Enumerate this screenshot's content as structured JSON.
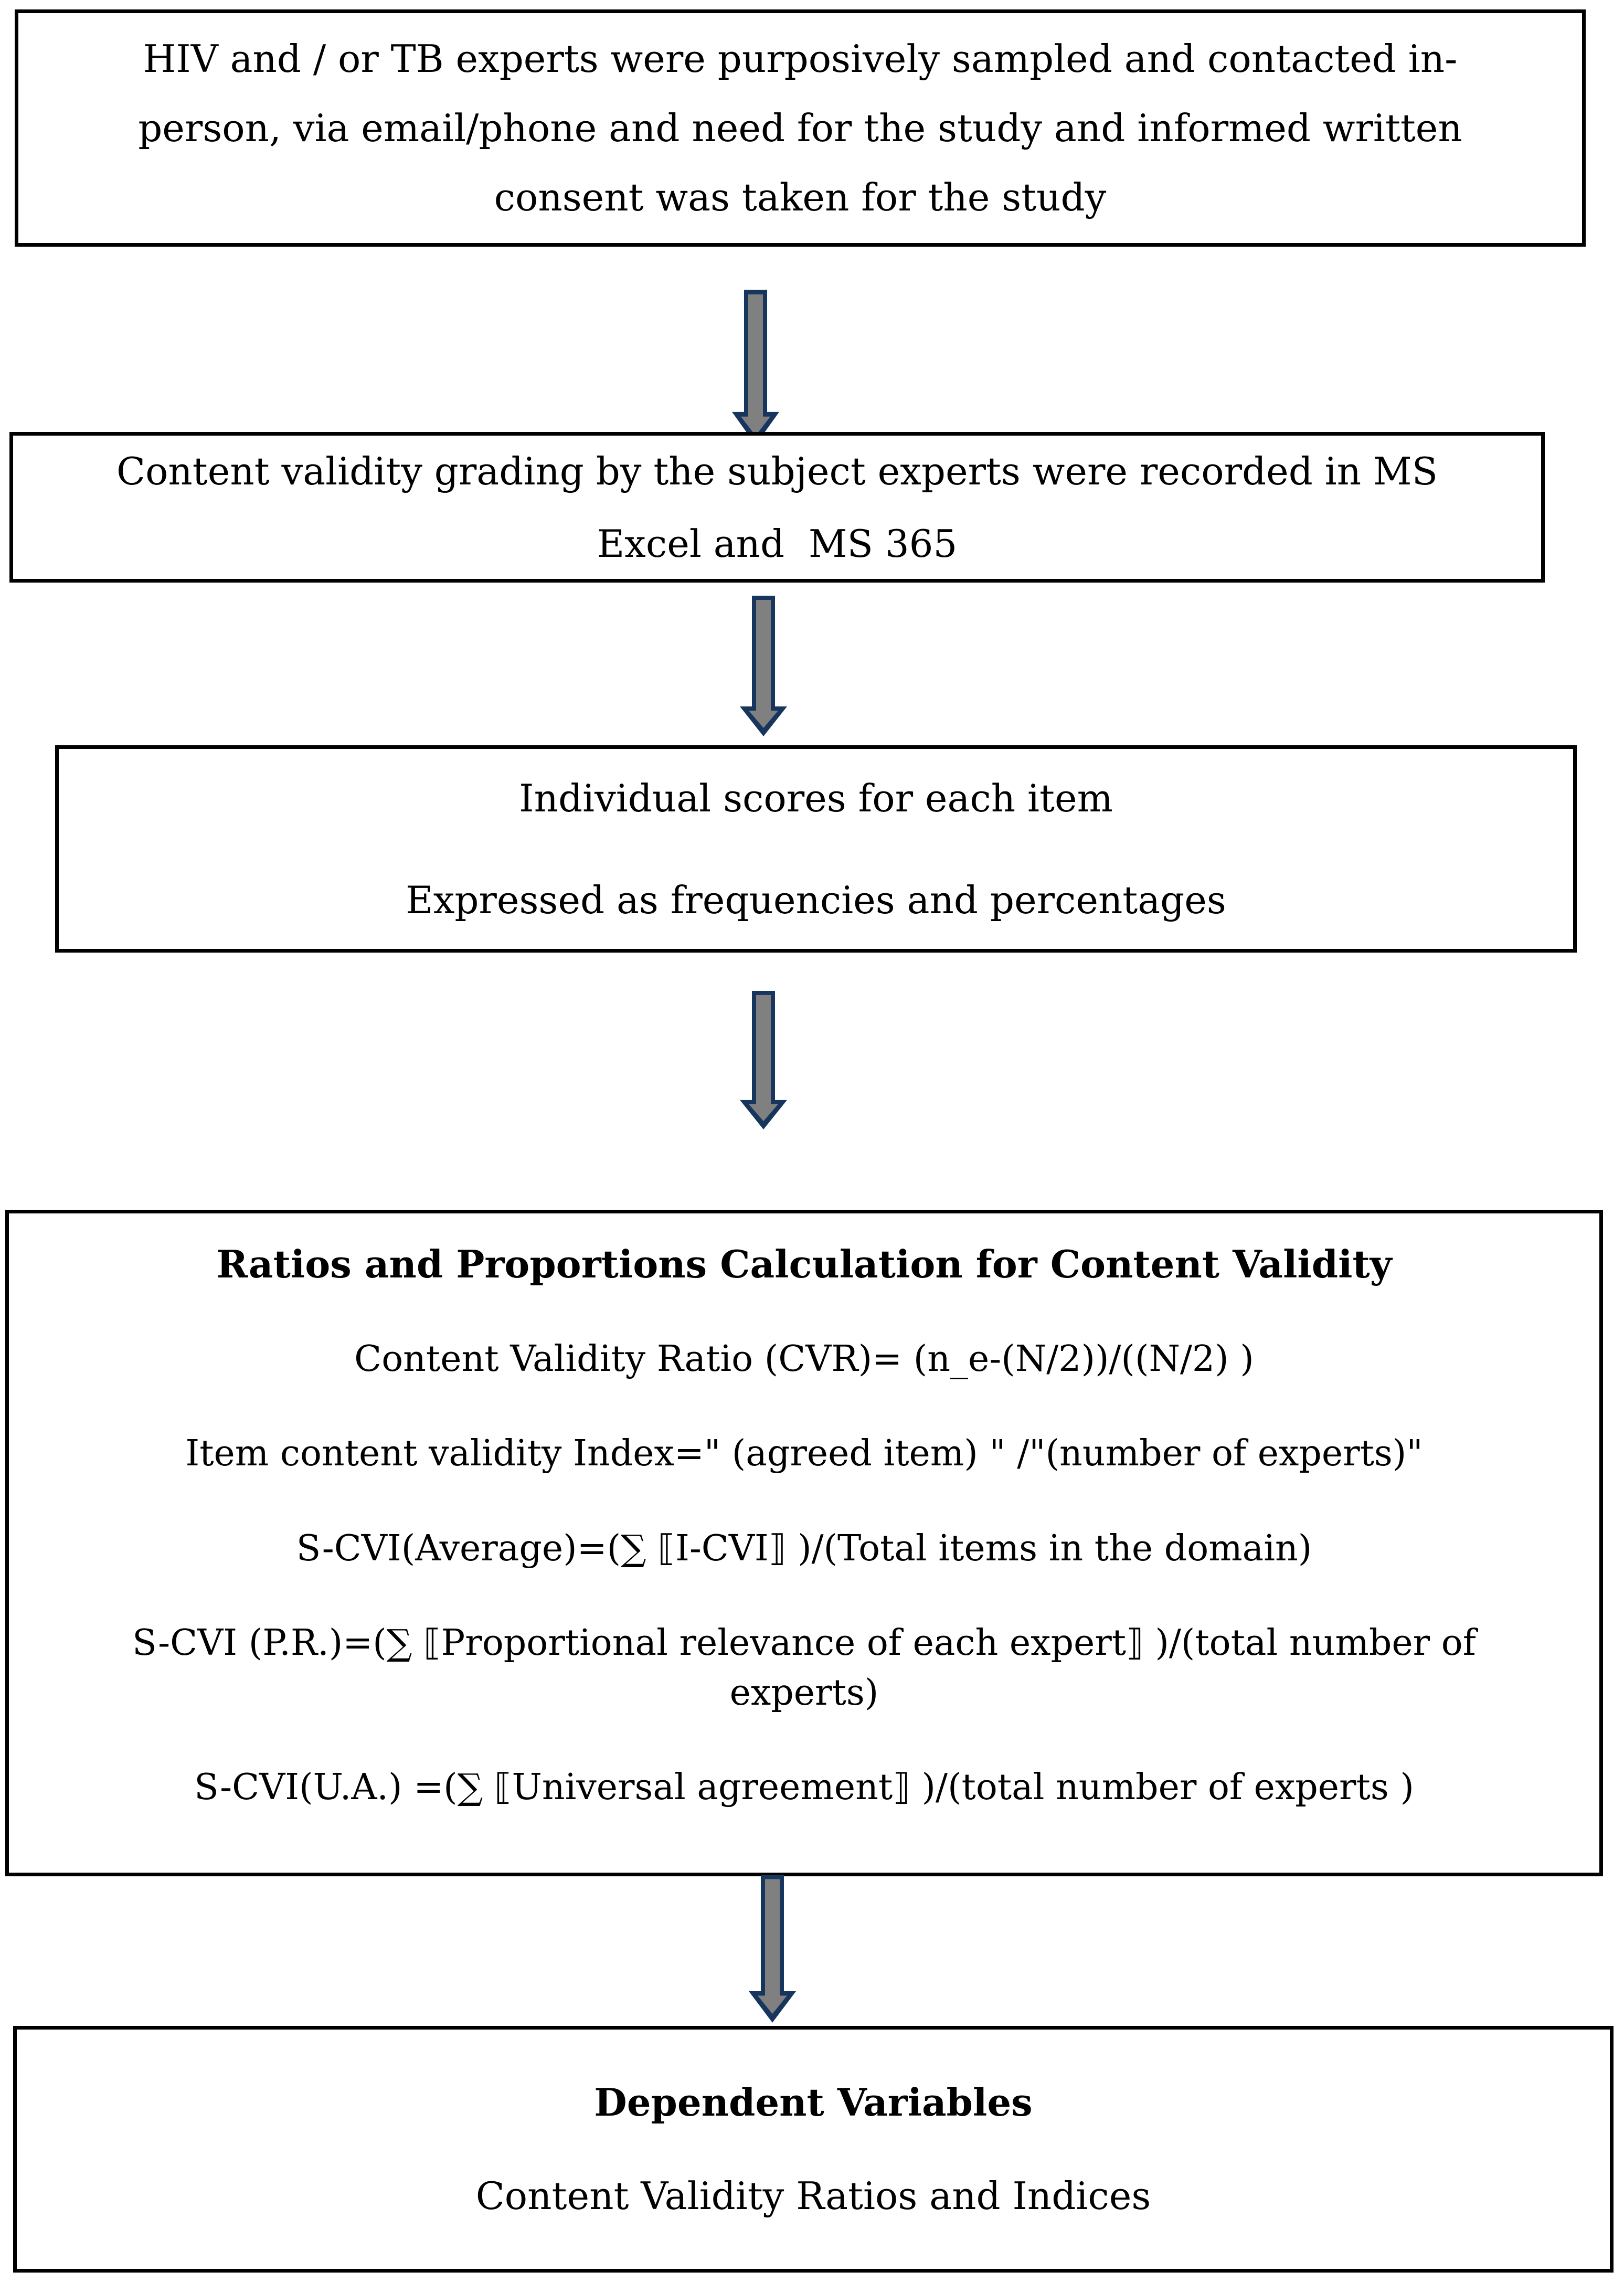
{
  "figure": {
    "type": "flowchart",
    "background_color": "#ffffff",
    "box_border_color": "#000000",
    "text_color": "#000000",
    "arrow": {
      "direction": "down",
      "outline_color": "#17365D",
      "fill_color": "#808080",
      "count": 4
    },
    "boxes": [
      {
        "name": "expert-sampling",
        "lines": [
          "HIV and / or TB experts were purposively sampled and contacted in-",
          "person, via email/phone and need for the study and informed written",
          "consent was taken for the study"
        ]
      },
      {
        "name": "grading-recorded",
        "lines": [
          "Content validity grading by the subject experts were recorded in MS",
          "Excel and  MS 365"
        ]
      },
      {
        "name": "individual-scores",
        "lines": [
          "Individual scores for each item",
          "Expressed as frequencies and percentages"
        ]
      },
      {
        "name": "ratios-proportions-calculation",
        "title": "Ratios and Proportions Calculation for Content Validity",
        "formulas": [
          {
            "lines": [
              "Content Validity Ratio (CVR)= (n_e-(N/2))/((N/2) )"
            ]
          },
          {
            "lines": [
              "Item content validity Index=\" (agreed item) \" /\"(number of experts)\""
            ]
          },
          {
            "lines": [
              "S-CVI(Average)=(∑ ⟦I-CVI⟧ )/(Total items in the domain)"
            ]
          },
          {
            "lines": [
              "S-CVI (P.R.)=(∑ ⟦Proportional relevance of each expert⟧ )/(total number of",
              "experts)"
            ]
          },
          {
            "lines": [
              "S-CVI(U.A.) =(∑ ⟦Universal agreement⟧ )/(total number of experts )"
            ]
          }
        ]
      },
      {
        "name": "dependent-variables",
        "title": "Dependent Variables",
        "lines": [
          "Content Validity Ratios and Indices"
        ]
      }
    ]
  }
}
